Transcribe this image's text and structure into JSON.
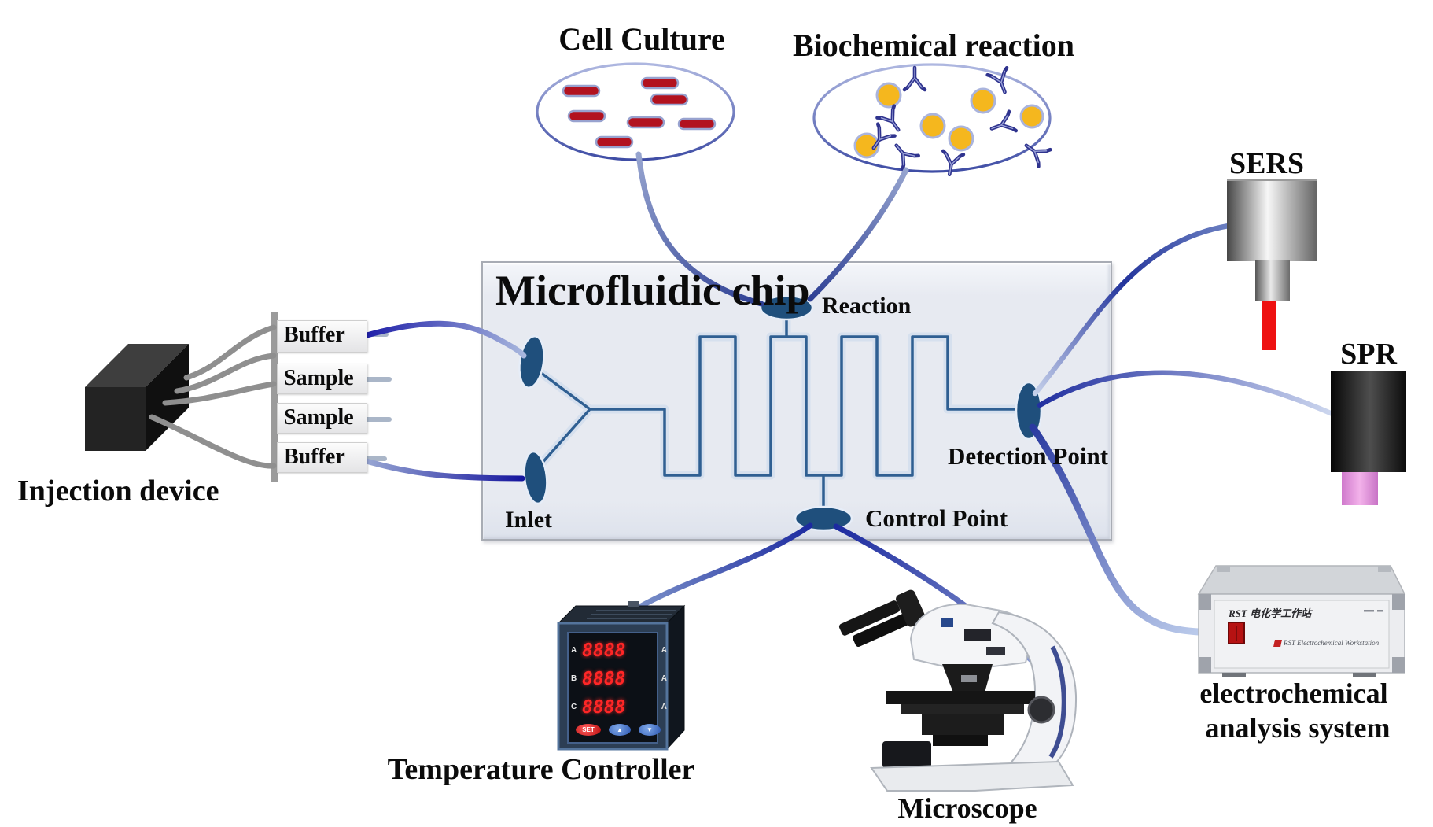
{
  "labels": {
    "cell_culture": "Cell Culture",
    "biochemical_reaction": "Biochemical reaction",
    "microfluidic_chip": "Microfluidic chip",
    "reaction": "Reaction",
    "inlet": "Inlet",
    "detection_point": "Detection Point",
    "control_point": "Control Point",
    "injection_device": "Injection device",
    "temperature_controller": "Temperature Controller",
    "microscope": "Microscope",
    "sers": "SERS",
    "spr": "SPR",
    "electrochemical_line1": "electrochemical",
    "electrochemical_line2": "analysis system"
  },
  "injection_ports": [
    {
      "label": "Buffer"
    },
    {
      "label": "Sample"
    },
    {
      "label": "Sample"
    },
    {
      "label": "Buffer"
    }
  ],
  "temperature_controller_panel": {
    "rows": [
      {
        "channel": "A",
        "value": "8888",
        "unit": "A"
      },
      {
        "channel": "B",
        "value": "8888",
        "unit": "A"
      },
      {
        "channel": "C",
        "value": "8888",
        "unit": "A"
      }
    ],
    "buttons": {
      "set": "SET",
      "up": "▲",
      "down": "▼"
    }
  },
  "electrochemical_device": {
    "panel_text": "RST 电化学工作站",
    "brand_text": "RST Electrochemical Workstation"
  },
  "colors": {
    "chip_background": "#e8ebf2",
    "channel_blue": "#2f5f92",
    "port_fill": "#1f4f7c",
    "tube_navy": "#1c2aa0",
    "laser_red": "#ee1111",
    "antigen_yellow": "#f5b71e",
    "cell_red": "#b2121f",
    "spr_pink": "#e79be2"
  }
}
